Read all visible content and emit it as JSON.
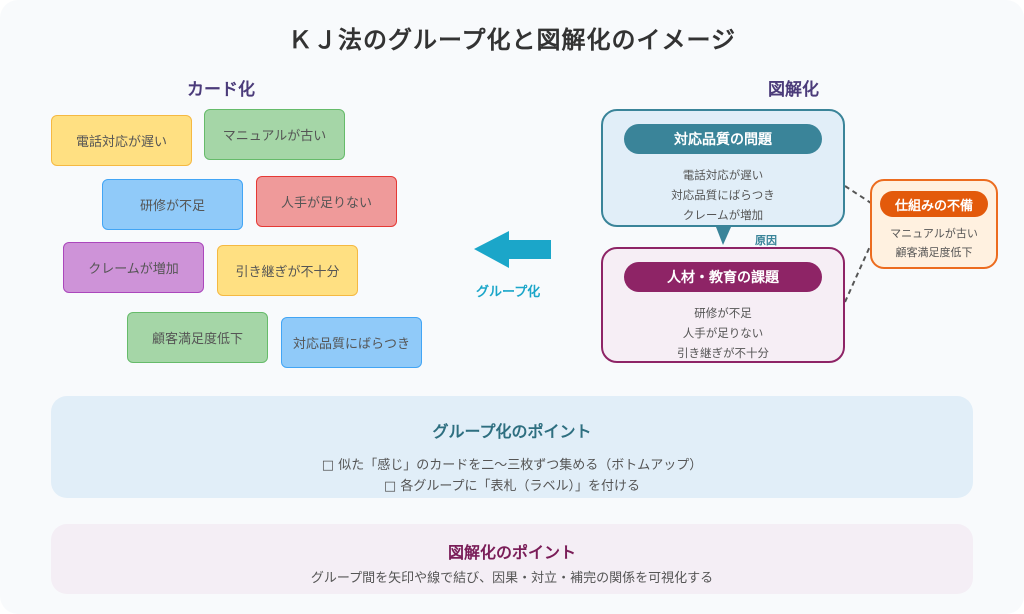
{
  "title": "ＫＪ法のグループ化と図解化のイメージ",
  "left_section": {
    "label": "カード化",
    "cards": [
      {
        "text": "電話対応が遅い",
        "color": "yellow"
      },
      {
        "text": "マニュアルが古い",
        "color": "green"
      },
      {
        "text": "研修が不足",
        "color": "blue"
      },
      {
        "text": "人手が足りない",
        "color": "red"
      },
      {
        "text": "クレームが増加",
        "color": "purple"
      },
      {
        "text": "引き継ぎが不十分",
        "color": "yellow"
      },
      {
        "text": "顧客満足度低下",
        "color": "green"
      },
      {
        "text": "対応品質にばらつき",
        "color": "blue"
      }
    ]
  },
  "arrow": {
    "label": "グループ化",
    "color": "#1ba6c9",
    "icon": "left-arrow-icon"
  },
  "right_section": {
    "label": "図解化",
    "groups": [
      {
        "title": "対応品質の問題",
        "items": [
          "電話対応が遅い",
          "対応品質にばらつき",
          "クレームが増加"
        ],
        "color": "#3a8499"
      },
      {
        "title": "人材・教育の課題",
        "items": [
          "研修が不足",
          "人手が足りない",
          "引き継ぎが不十分"
        ],
        "color": "#8e2466"
      },
      {
        "title": "仕組みの不備",
        "items": [
          "マニュアルが古い",
          "顧客満足度低下"
        ],
        "color": "#e35a0b"
      }
    ],
    "relation_label": "原因"
  },
  "points": {
    "grouping": {
      "title": "グループ化のポイント",
      "lines": [
        "□ 似た「感じ」のカードを二〜三枚ずつ集める（ボトムアップ）",
        "□ 各グループに「表札（ラベル）」を付ける"
      ]
    },
    "diagramming": {
      "title": "図解化のポイント",
      "lines": [
        "グループ間を矢印や線で結び、因果・対立・補完の関係を可視化する"
      ]
    }
  }
}
